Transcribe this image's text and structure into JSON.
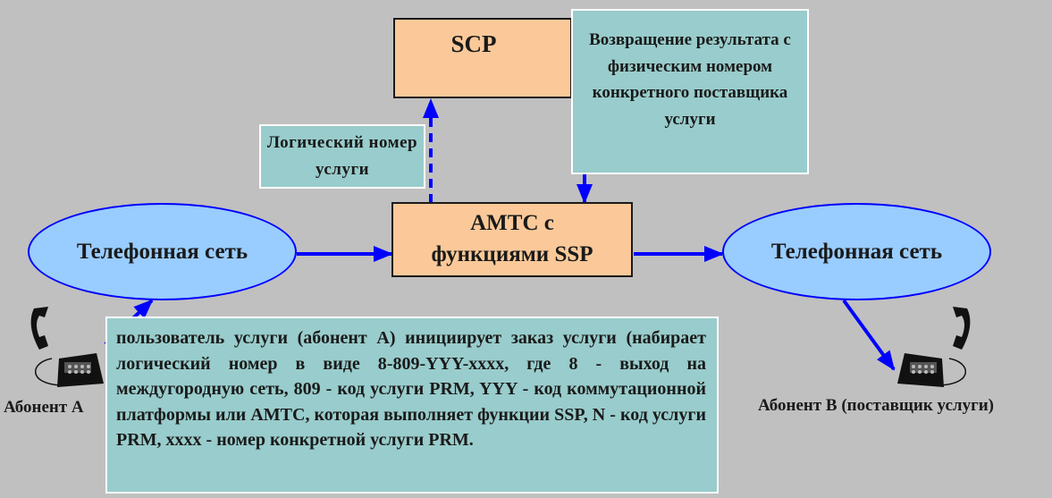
{
  "scp": {
    "label": "SCP"
  },
  "return_note": {
    "text": "Возвращение результата с физическим номером конкретного поставщика услуги"
  },
  "logical_number": {
    "text": "Логический номер услуги"
  },
  "amtc": {
    "text": "АМТС с функциями SSP"
  },
  "network_left": {
    "label": "Телефонная сеть"
  },
  "network_right": {
    "label": "Телефонная сеть"
  },
  "subscriber_a": {
    "caption": "Абонент А"
  },
  "subscriber_b": {
    "caption": "Абонент В (поставщик услуги)"
  },
  "description": {
    "text": "пользователь услуги (абонент А) инициирует заказ услуги (набирает логический номер в виде 8-809-YYY-xxxx, где 8 - выход на междугородную сеть, 809 - код услуги PRM, YYY - код коммутационной платформы или АМТС, которая выполняет функции SSP, N - код услуги PRM, xxxx - номер конкретной услуги PRM."
  },
  "colors": {
    "background": "#c0c0c0",
    "node_fill": "#fbc999",
    "note_fill": "#99cccc",
    "network_fill": "#99ccff",
    "arrow": "#0000ff"
  }
}
